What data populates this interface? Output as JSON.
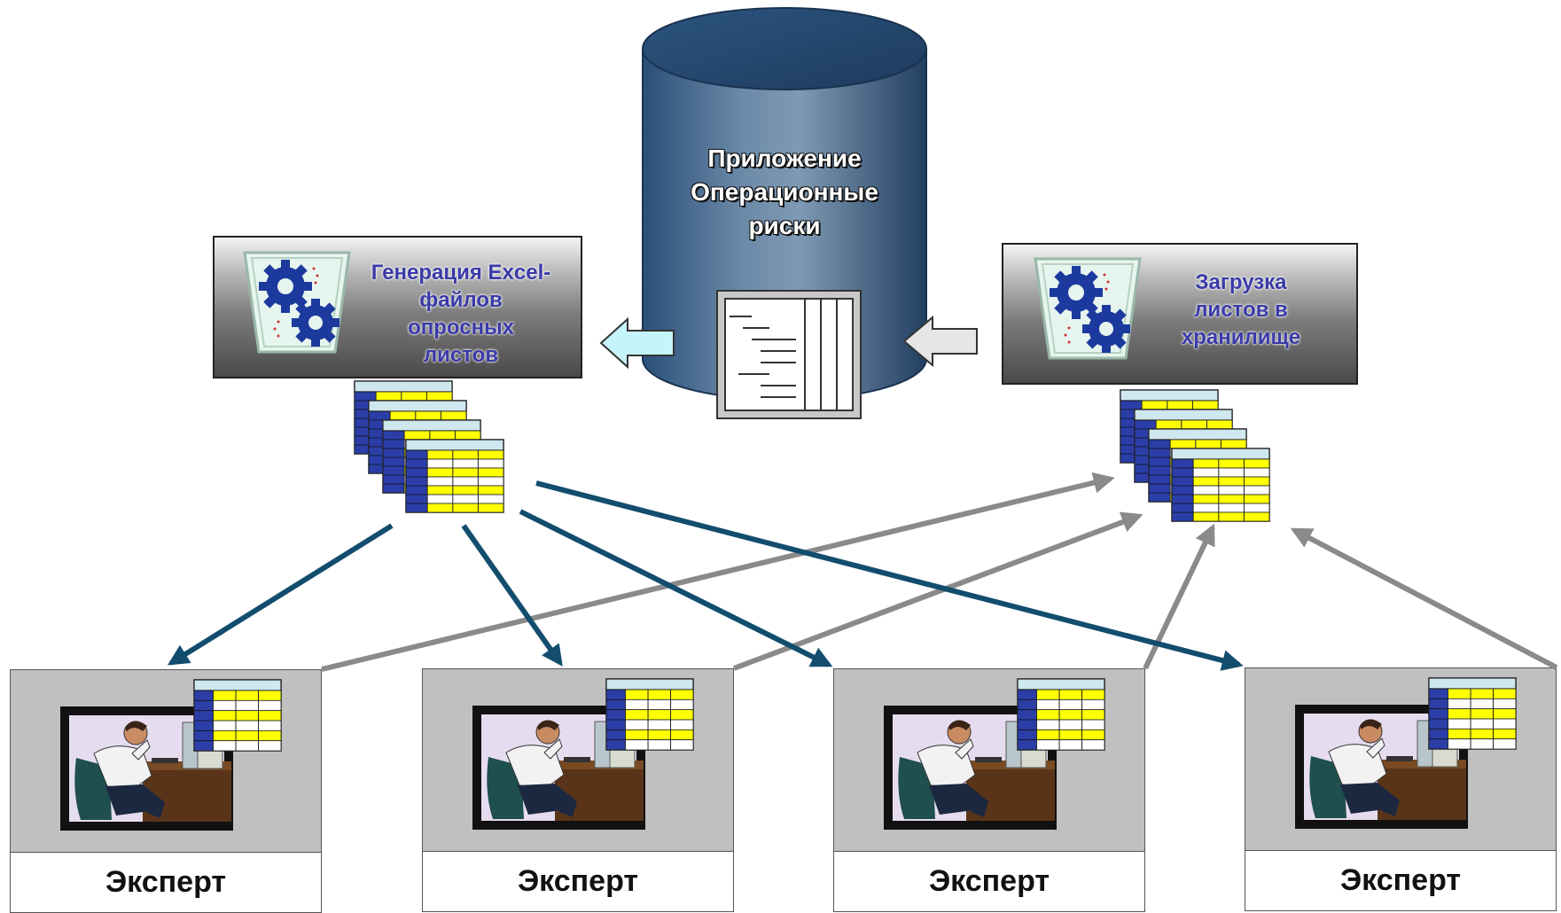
{
  "database": {
    "line1": "Приложение",
    "line2": "Операционные",
    "line3": "риски"
  },
  "generation_process": {
    "line1": "Генерация Excel-",
    "line2": "файлов",
    "line3": "опросных",
    "line4": "листов"
  },
  "loading_process": {
    "line1": "Загрузка",
    "line2": "листов в",
    "line3": "хранилище"
  },
  "experts": [
    {
      "label": "Эксперт"
    },
    {
      "label": "Эксперт"
    },
    {
      "label": "Эксперт"
    },
    {
      "label": "Эксперт"
    }
  ],
  "colors": {
    "distribution_arrow": "#134d6e",
    "return_arrow": "#8a8a8a",
    "sheet_header": "#cfe7ee",
    "sheet_index": "#2b3ea8",
    "sheet_cells": "#ffff00",
    "process_text": "#3a3aa8"
  }
}
